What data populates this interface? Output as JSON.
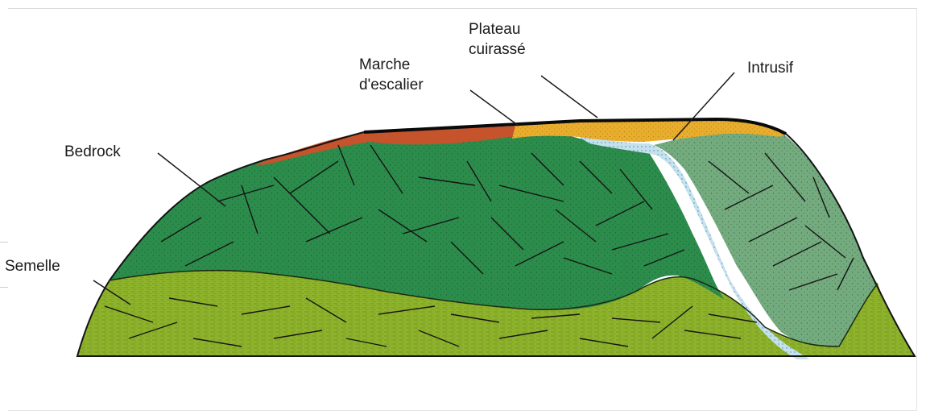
{
  "labels": {
    "plateau": "Plateau\ncuirassé",
    "marche": "Marche\nd'escalier",
    "intrusif": "Intrusif",
    "bedrock": "Bedrock",
    "semelle": "Semelle"
  },
  "colors": {
    "semelle": "#8fb42c",
    "bedrock": "#2c8c4c",
    "bedrock_right": "#73aa7e",
    "intrusif": "#c4e1ee",
    "plateau": "#e8ad2c",
    "marche": "#c5532b",
    "outline": "#141414"
  }
}
